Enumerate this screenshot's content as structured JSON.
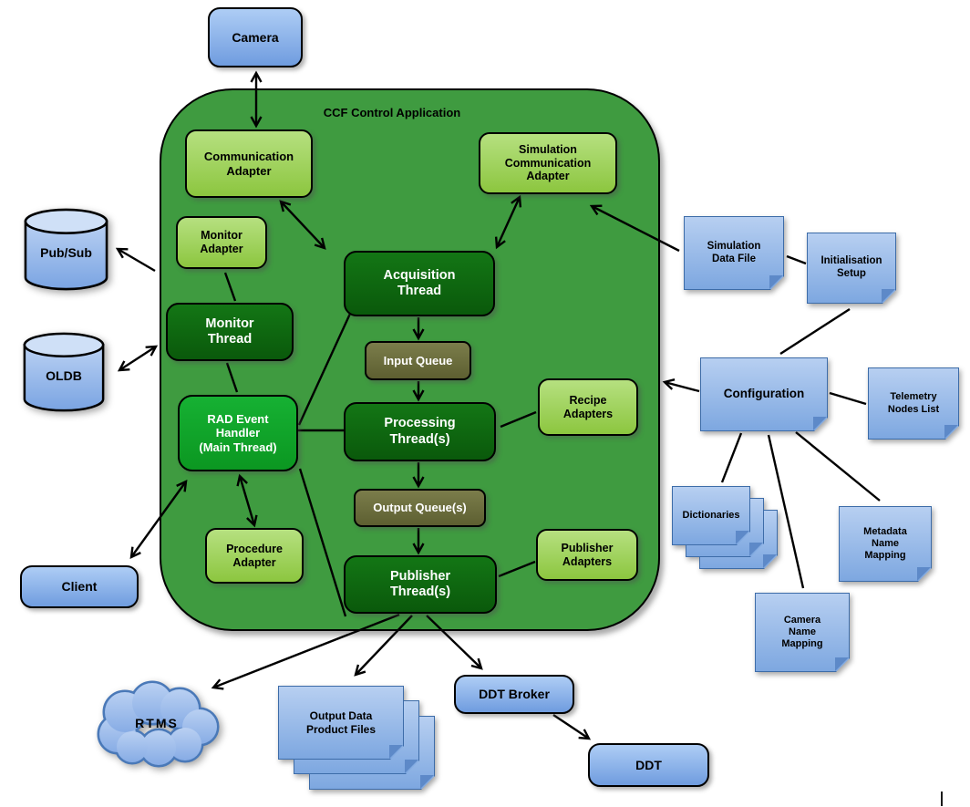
{
  "title": "CCF Control Application",
  "colors": {
    "container_green": "#3f9b40",
    "light_green_box": "#8cc63f",
    "dark_green_box": "#0d690e",
    "bright_green_box": "#0ea52b",
    "olive_queue_box": "#6b6e3c",
    "blue_shape": "#8fb3e8",
    "note_border": "#3d6ca8",
    "edge_black": "#000000"
  },
  "nodes": {
    "camera": "Camera",
    "communication_adapter": "Communication\nAdapter",
    "simulation_communication_adapter": "Simulation\nCommunication\nAdapter",
    "monitor_adapter": "Monitor\nAdapter",
    "monitor_thread": "Monitor\nThread",
    "acquisition_thread": "Acquisition\nThread",
    "input_queue": "Input Queue",
    "rad_event_handler": "RAD Event\nHandler\n(Main Thread)",
    "processing_threads": "Processing\nThread(s)",
    "recipe_adapters": "Recipe\nAdapters",
    "output_queues": "Output Queue(s)",
    "procedure_adapter": "Procedure\nAdapter",
    "publisher_threads": "Publisher\nThread(s)",
    "publisher_adapters": "Publisher\nAdapters",
    "pub_sub": "Pub/Sub",
    "oldb": "OLDB",
    "client": "Client",
    "simulation_data_file": "Simulation\nData File",
    "initialisation_setup": "Initialisation\nSetup",
    "configuration": "Configuration",
    "telemetry_nodes_list": "Telemetry\nNodes List",
    "dictionaries": "Dictionaries",
    "metadata_name_mapping": "Metadata\nName\nMapping",
    "camera_name_mapping": "Camera\nName\nMapping",
    "rtms": "RTMS",
    "output_data_product_files": "Output Data\nProduct Files",
    "ddt_broker": "DDT Broker",
    "ddt": "DDT"
  },
  "edges": [
    {
      "from": "camera",
      "to": "communication_adapter",
      "arrows": "both"
    },
    {
      "from": "communication_adapter",
      "to": "acquisition_thread",
      "arrows": "both"
    },
    {
      "from": "simulation_communication_adapter",
      "to": "acquisition_thread",
      "arrows": "both"
    },
    {
      "from": "simulation_data_file",
      "to": "simulation_communication_adapter",
      "arrows": "end"
    },
    {
      "from": "monitor_adapter",
      "to": "monitor_thread",
      "arrows": "none"
    },
    {
      "from": "monitor_thread",
      "to": "rad_event_handler",
      "arrows": "none"
    },
    {
      "from": "monitor_thread",
      "to": "pub_sub",
      "arrows": "end"
    },
    {
      "from": "oldb",
      "to": "ccf_control_application",
      "arrows": "both"
    },
    {
      "from": "rad_event_handler",
      "to": "client",
      "arrows": "both"
    },
    {
      "from": "rad_event_handler",
      "to": "procedure_adapter",
      "arrows": "both"
    },
    {
      "from": "rad_event_handler",
      "to": "acquisition_thread",
      "arrows": "none"
    },
    {
      "from": "rad_event_handler",
      "to": "processing_threads",
      "arrows": "none"
    },
    {
      "from": "rad_event_handler",
      "to": "publisher_threads",
      "arrows": "none"
    },
    {
      "from": "acquisition_thread",
      "to": "input_queue",
      "arrows": "end"
    },
    {
      "from": "input_queue",
      "to": "processing_threads",
      "arrows": "end"
    },
    {
      "from": "processing_threads",
      "to": "output_queues",
      "arrows": "end"
    },
    {
      "from": "output_queues",
      "to": "publisher_threads",
      "arrows": "end"
    },
    {
      "from": "recipe_adapters",
      "to": "processing_threads",
      "arrows": "none"
    },
    {
      "from": "publisher_adapters",
      "to": "publisher_threads",
      "arrows": "none"
    },
    {
      "from": "publisher_threads",
      "to": "rtms",
      "arrows": "end"
    },
    {
      "from": "publisher_threads",
      "to": "output_data_product_files",
      "arrows": "end"
    },
    {
      "from": "publisher_threads",
      "to": "ddt_broker",
      "arrows": "end"
    },
    {
      "from": "ddt_broker",
      "to": "ddt",
      "arrows": "end"
    },
    {
      "from": "configuration",
      "to": "ccf_control_application",
      "arrows": "end"
    },
    {
      "from": "configuration",
      "to": "initialisation_setup",
      "arrows": "none"
    },
    {
      "from": "simulation_data_file",
      "to": "initialisation_setup",
      "arrows": "none"
    },
    {
      "from": "configuration",
      "to": "telemetry_nodes_list",
      "arrows": "none"
    },
    {
      "from": "configuration",
      "to": "dictionaries",
      "arrows": "none"
    },
    {
      "from": "configuration",
      "to": "camera_name_mapping",
      "arrows": "none"
    },
    {
      "from": "configuration",
      "to": "metadata_name_mapping",
      "arrows": "none"
    }
  ]
}
